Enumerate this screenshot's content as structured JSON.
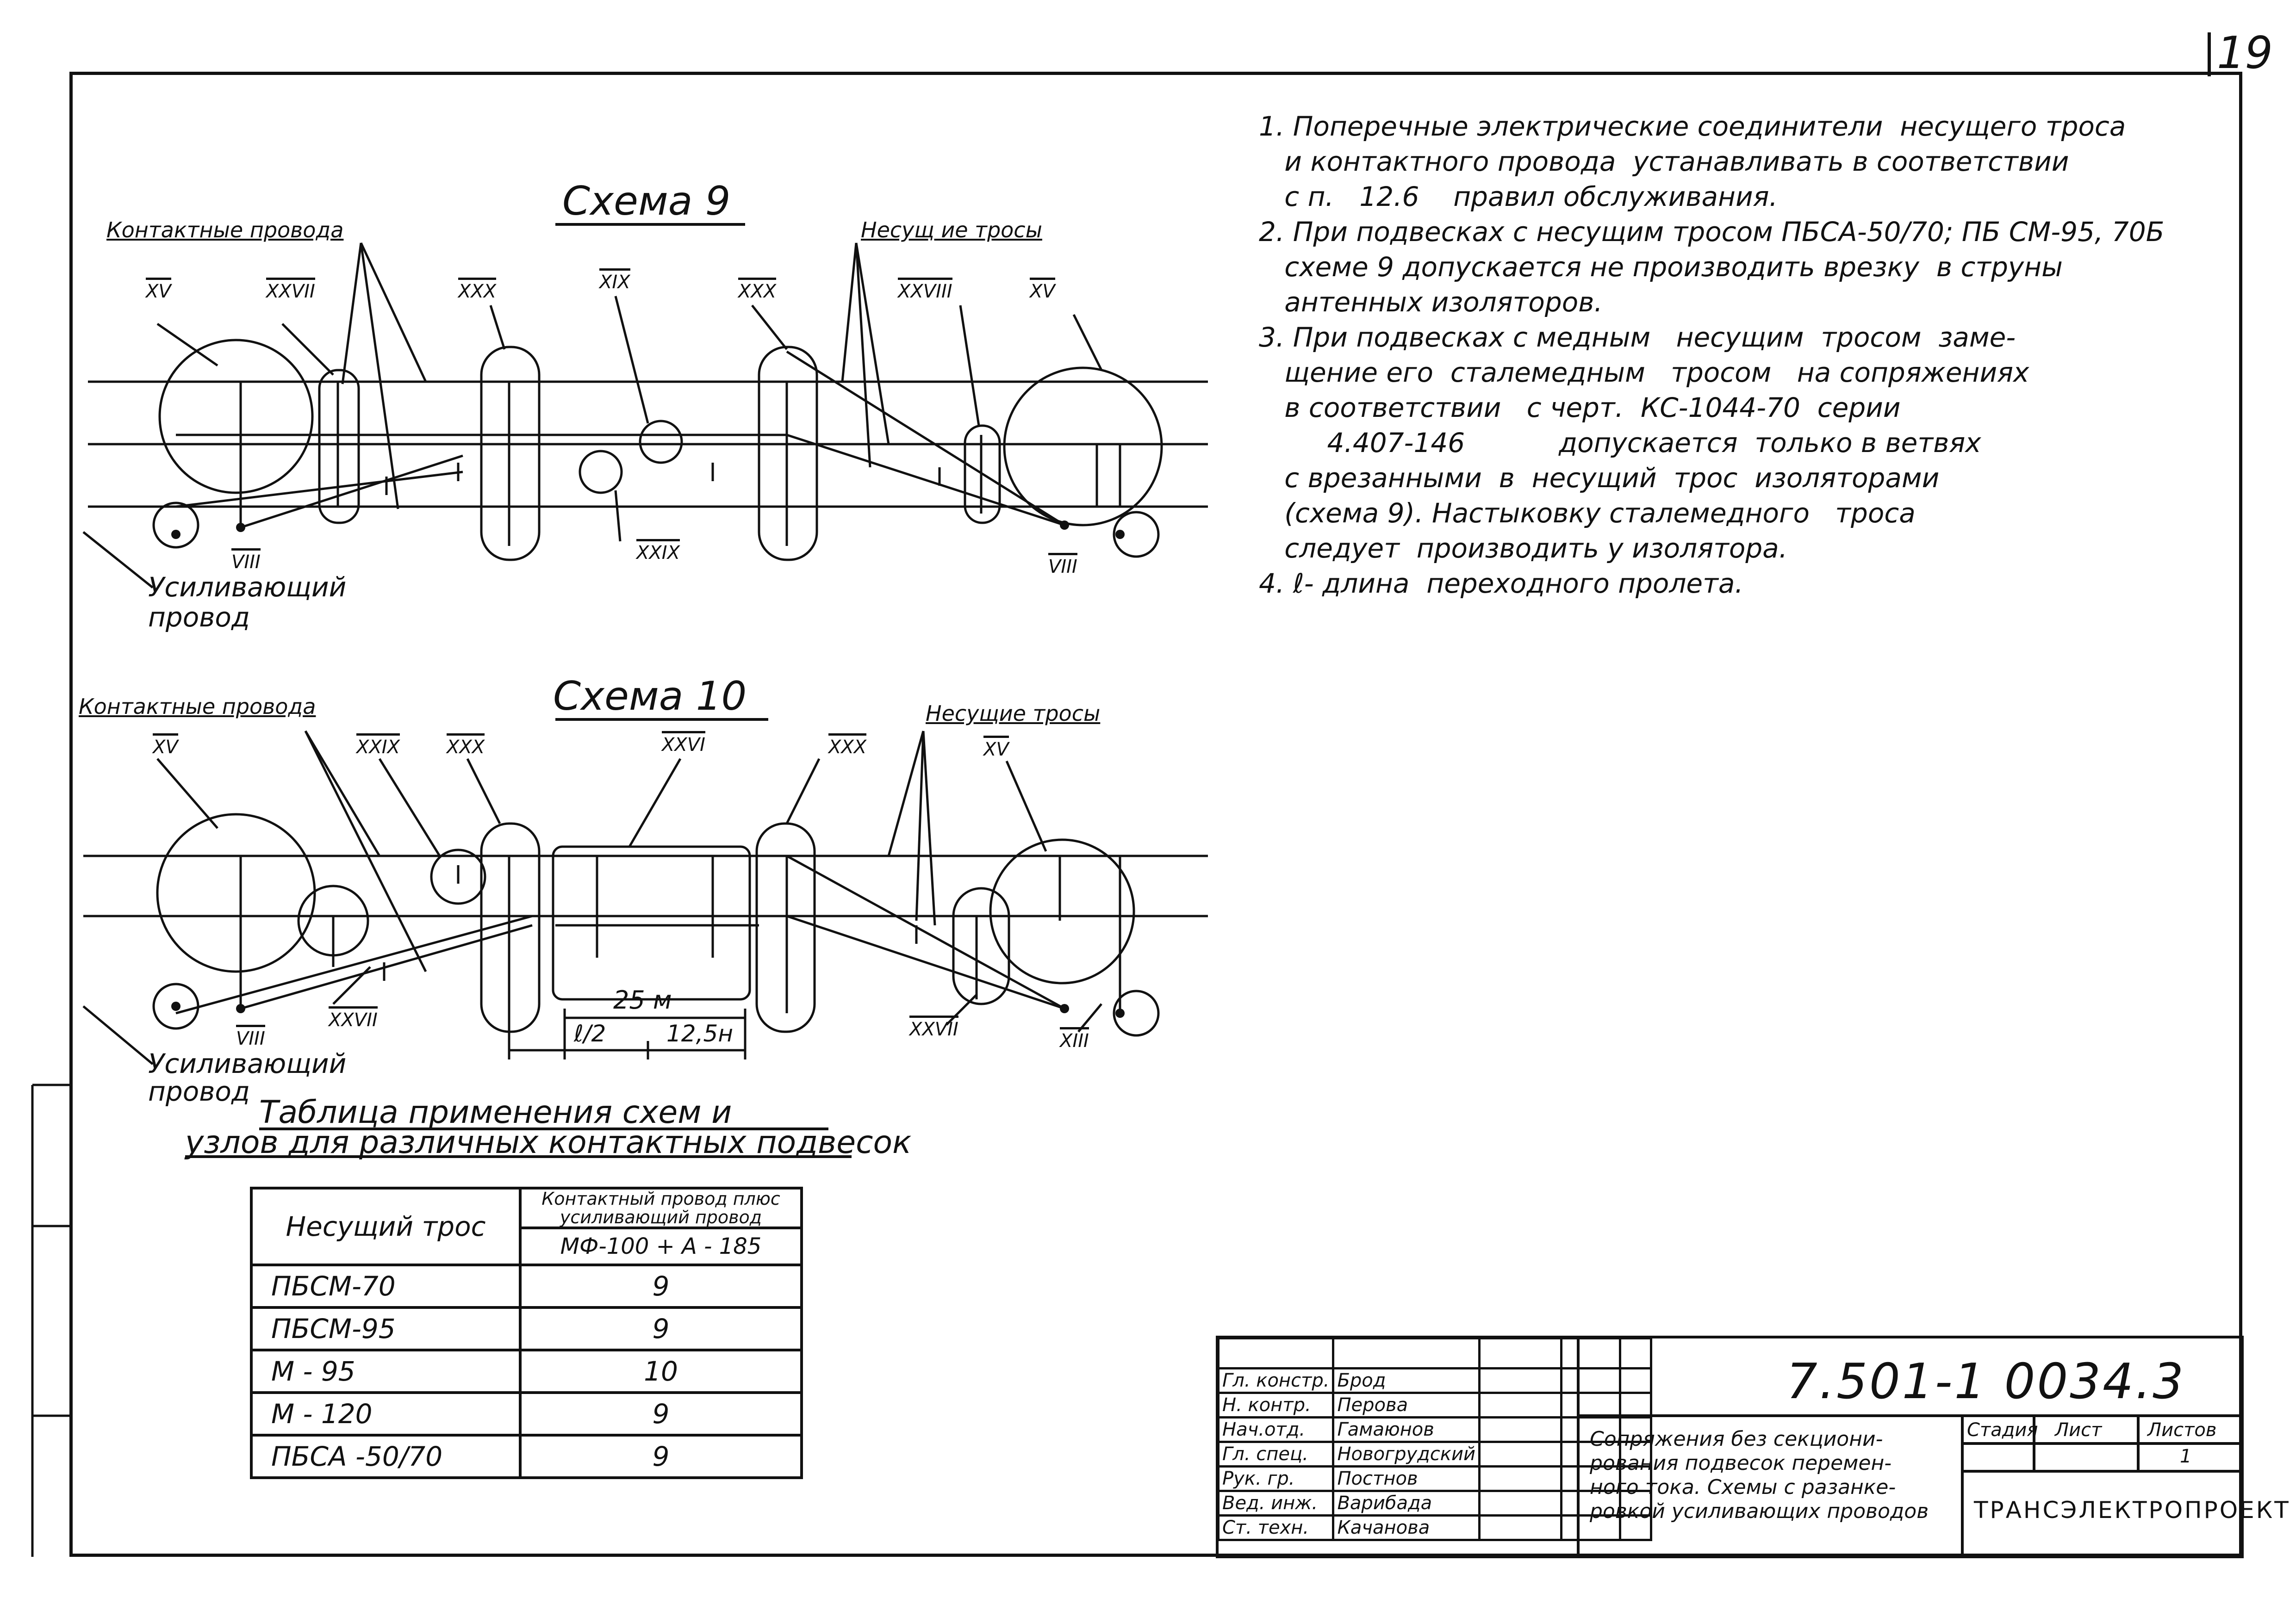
{
  "sheet_number": "19",
  "notes": [
    "1. Поперечные электрические соединители  несущего троса",
    "   и контактного провода  устанавливать в соответствии",
    "   с п.   12.6    правил обслуживания.",
    "2. При подвесках с несущим тросом ПБСА-50/70; ПБ СМ-95, 70Б",
    "   схеме 9 допускается не производить врезку  в струны",
    "   антенных изоляторов.",
    "3. При подвесках с медным   несущим  тросом  заме-",
    "   щение его  сталемедным   тросом   на сопряжениях",
    "   в соответствии   с черт.  КС-1044-70  серии",
    "        4.407-146           допускается  только в ветвях",
    "   с врезанными  в  несущий  трос  изоляторами",
    "   (схема 9). Настыковку сталемедного   троса",
    "   следует  производить у изолятора.",
    "4. ℓ- длина  переходного пролета."
  ],
  "schema9": {
    "title": "Схема  9",
    "contact_wires": "Контактные провода",
    "carrier_cables": "Несущ ие тросы",
    "reinforcing": [
      "Усиливающий",
      "провод"
    ],
    "nodes": [
      "XV",
      "XXVII",
      "XXX",
      "XIX",
      "XXX",
      "XXVIII",
      "XV",
      "VIII",
      "XXIX",
      "VIII"
    ]
  },
  "schema10": {
    "title": "Схема  10",
    "contact_wires": "Контактные провода",
    "carrier_cables": "Несущие тросы",
    "reinforcing": [
      "Усиливающий",
      "провод"
    ],
    "nodes": [
      "XV",
      "XXIX",
      "XXX",
      "XXVI",
      "XXX",
      "XV",
      "VIII",
      "XXVII",
      "XXVII",
      "XIII"
    ],
    "dim_total": "25 м",
    "dim_half": "ℓ/2",
    "dim_part": "12,5н"
  },
  "table": {
    "title_line1": "Таблица применения схем  и",
    "title_line2": "узлов для различных  контактных подвесок",
    "col1_header": "Несущий  трос",
    "col2_header_line1": "Контактный провод плюс",
    "col2_header_line2": "усиливающий провод",
    "col2_subheader": "МФ-100 + А - 185",
    "rows": [
      {
        "cable": "ПБСМ-70",
        "scheme": "9"
      },
      {
        "cable": "ПБСМ-95",
        "scheme": "9"
      },
      {
        "cable": "М - 95",
        "scheme": "10"
      },
      {
        "cable": "М - 120",
        "scheme": "9"
      },
      {
        "cable": "ПБСА -50/70",
        "scheme": "9"
      }
    ]
  },
  "stamp": {
    "rows": [
      {
        "role": "Гл. констр.",
        "name": "Брод"
      },
      {
        "role": "Н. контр.",
        "name": "Перова"
      },
      {
        "role": "Нач.отд.",
        "name": "Гамаюнов"
      },
      {
        "role": "Гл. спец.",
        "name": "Новогрудский"
      },
      {
        "role": "Рук. гр.",
        "name": "Постнов"
      },
      {
        "role": "Вед. инж.",
        "name": "Варибада"
      },
      {
        "role": "Ст. техн.",
        "name": "Качанова"
      }
    ],
    "doc_number": "7.501-1  0034.3",
    "description": [
      "Сопряжения без секциони-",
      "рования подвесок перемен-",
      "ного тока. Схемы с разанке-",
      "ровкой усиливающих проводов"
    ],
    "stage_label": "Стадия",
    "sheet_label": "Лист",
    "sheets_label": "Листов",
    "sheets_value": "1",
    "company": "ТРАНСЭЛЕКТРОПРОЕКТ"
  }
}
